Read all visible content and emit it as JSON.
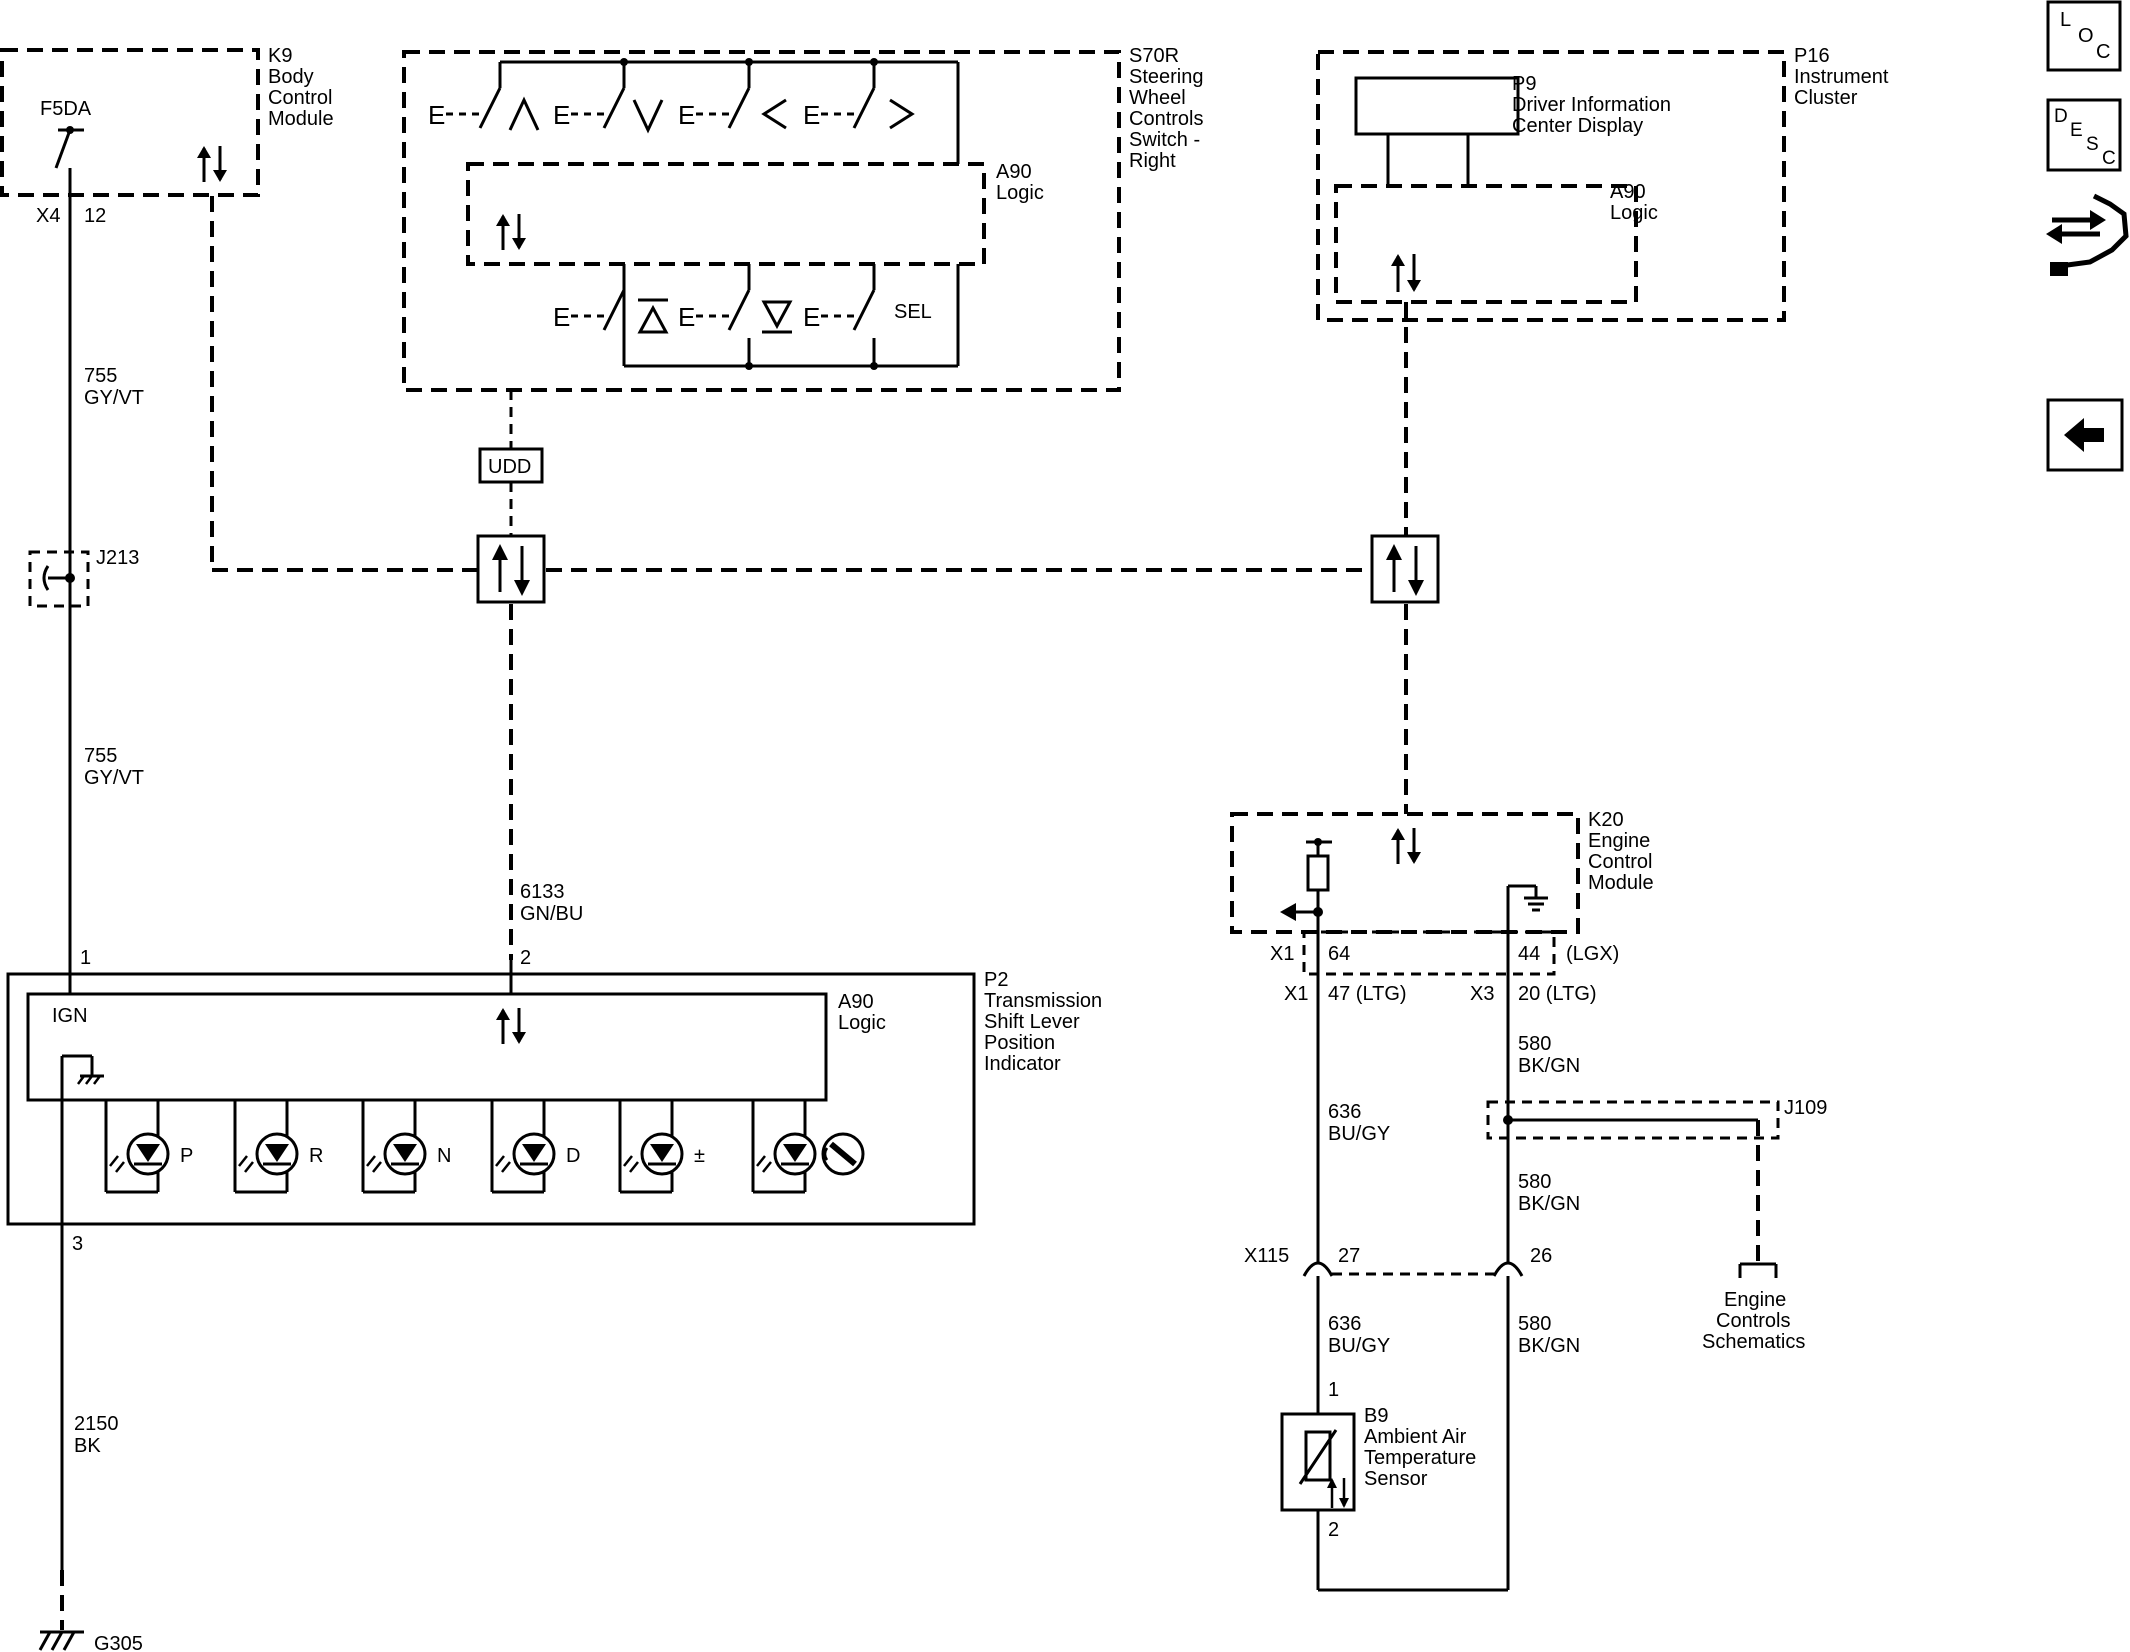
{
  "components": {
    "k9": [
      "K9",
      "Body",
      "Control",
      "Module"
    ],
    "s70r": [
      "S70R",
      "Steering",
      "Wheel",
      "Controls",
      "Switch -",
      "Right"
    ],
    "s70r_logic": [
      "A90",
      "Logic"
    ],
    "p16": [
      "P16",
      "Instrument",
      "Cluster"
    ],
    "p9": [
      "P9",
      "Driver Information",
      "Center Display"
    ],
    "p16_logic": [
      "A90",
      "Logic"
    ],
    "k20": [
      "K20",
      "Engine",
      "Control",
      "Module"
    ],
    "p2": [
      "P2",
      "Transmission",
      "Shift Lever",
      "Position",
      "Indicator"
    ],
    "p2_logic": [
      "A90",
      "Logic"
    ],
    "b9": [
      "B9",
      "Ambient Air",
      "Temperature",
      "Sensor"
    ],
    "engine_controls": [
      "Engine",
      "Controls",
      "Schematics"
    ]
  },
  "labels": {
    "f5da": "F5DA",
    "x4": "X4",
    "pin_12": "12",
    "j213": "J213",
    "udd": "UDD",
    "sel": "SEL",
    "ign": "IGN",
    "pin_p2_1": "1",
    "pin_p2_2": "2",
    "pin_p2_3": "3",
    "g305": "G305",
    "x1_top": "X1",
    "pin_64": "64",
    "pin_44": "44",
    "lgx": "(LGX)",
    "x1_bot": "X1",
    "pin_47_ltg": "47  (LTG)",
    "x3": "X3",
    "pin_20_ltg": "20  (LTG)",
    "j109": "J109",
    "x115": "X115",
    "pin_27": "27",
    "pin_26": "26",
    "pin_b9_1": "1",
    "pin_b9_2": "2"
  },
  "leds": [
    "P",
    "R",
    "N",
    "D",
    "±",
    ""
  ],
  "wires": {
    "w755_a": [
      "755",
      "GY/VT"
    ],
    "w755_b": [
      "755",
      "GY/VT"
    ],
    "w6133": [
      "6133",
      "GN/BU"
    ],
    "w2150": [
      "2150",
      "BK"
    ],
    "w636_a": [
      "636",
      "BU/GY"
    ],
    "w636_b": [
      "636",
      "BU/GY"
    ],
    "w580_a": [
      "580",
      "BK/GN"
    ],
    "w580_b": [
      "580",
      "BK/GN"
    ],
    "w580_c": [
      "580",
      "BK/GN"
    ]
  },
  "nav": {
    "loc": [
      "L",
      "O",
      "C"
    ],
    "desc": [
      "D",
      "E",
      "S",
      "C"
    ]
  }
}
